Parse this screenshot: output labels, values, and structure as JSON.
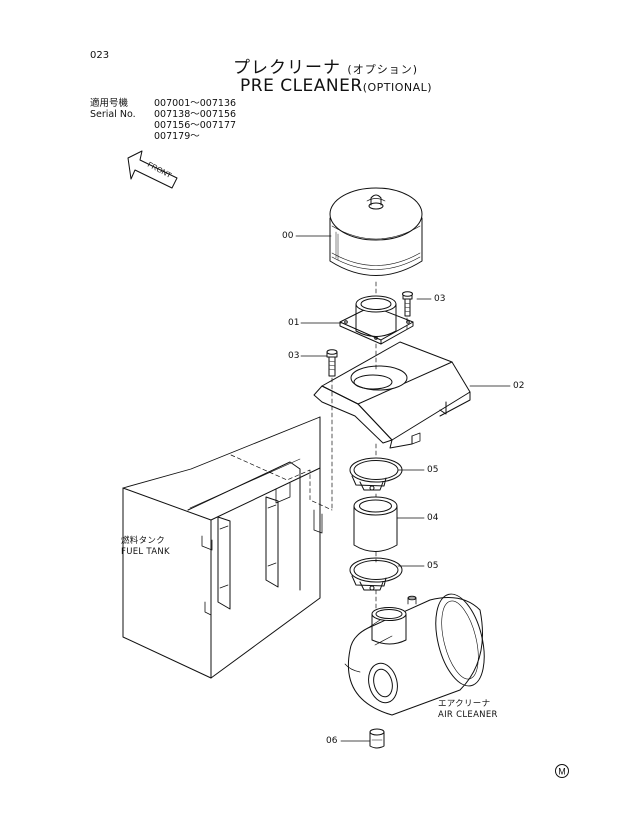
{
  "page_number": "023",
  "title_jp": "プレクリーナ",
  "title_jp_option": "(オプション)",
  "title_en": "PRE  CLEANER",
  "title_en_option": "(OPTIONAL)",
  "serial": {
    "label_jp": "適用号機",
    "label_en": "Serial No.",
    "ranges": [
      "007001～007136",
      "007138～007156",
      "007156～007177",
      "007179～"
    ]
  },
  "front_label": "FRONT",
  "callouts": {
    "p00": "00",
    "p01": "01",
    "p02": "02",
    "p03a": "03",
    "p03b": "03",
    "p04": "04",
    "p05a": "05",
    "p05b": "05",
    "p06": "06"
  },
  "fuel_tank": {
    "jp": "燃料タンク",
    "en": "FUEL  TANK"
  },
  "air_cleaner": {
    "jp": "エアクリーナ",
    "en": "AIR  CLEANER"
  },
  "footer_mark": "M"
}
